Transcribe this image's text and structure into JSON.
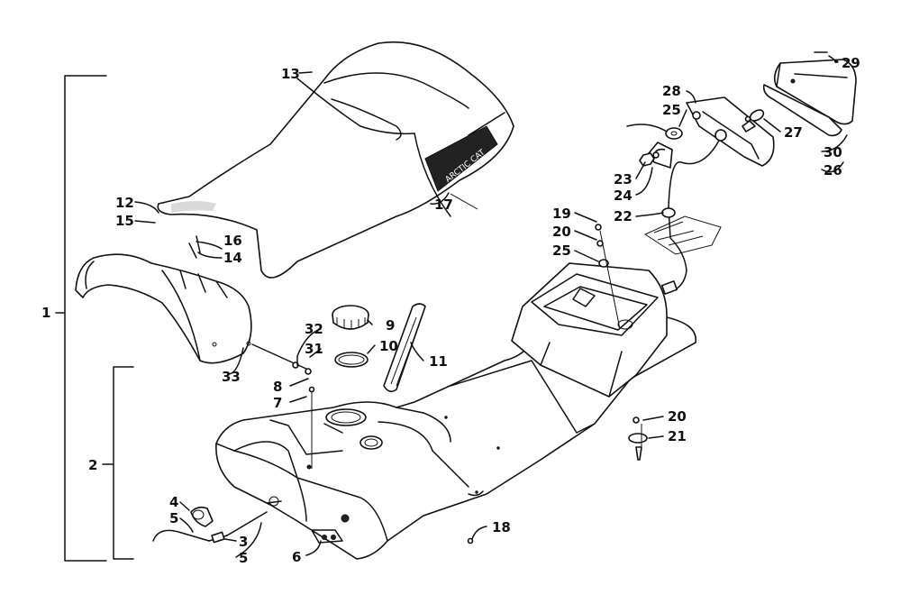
{
  "labels": {
    "n1": "1",
    "n2": "2",
    "n3": "3",
    "n4": "4",
    "n5a": "5",
    "n5b": "5",
    "n6": "6",
    "n7": "7",
    "n8": "8",
    "n9": "9",
    "n10": "10",
    "n11": "11",
    "n12": "12",
    "n13": "13",
    "n14": "14",
    "n15": "15",
    "n16": "16",
    "n17": "17",
    "n18": "18",
    "n19": "19",
    "n20a": "20",
    "n20b": "20",
    "n21": "21",
    "n22": "22",
    "n23": "23",
    "n24": "24",
    "n25a": "25",
    "n25b": "25",
    "n26": "26",
    "n27": "27",
    "n28": "28",
    "n29": "29",
    "n30": "30",
    "n31": "31",
    "n32": "32",
    "n33": "33"
  },
  "seal_logo_text": "ARCTIC CAT"
}
